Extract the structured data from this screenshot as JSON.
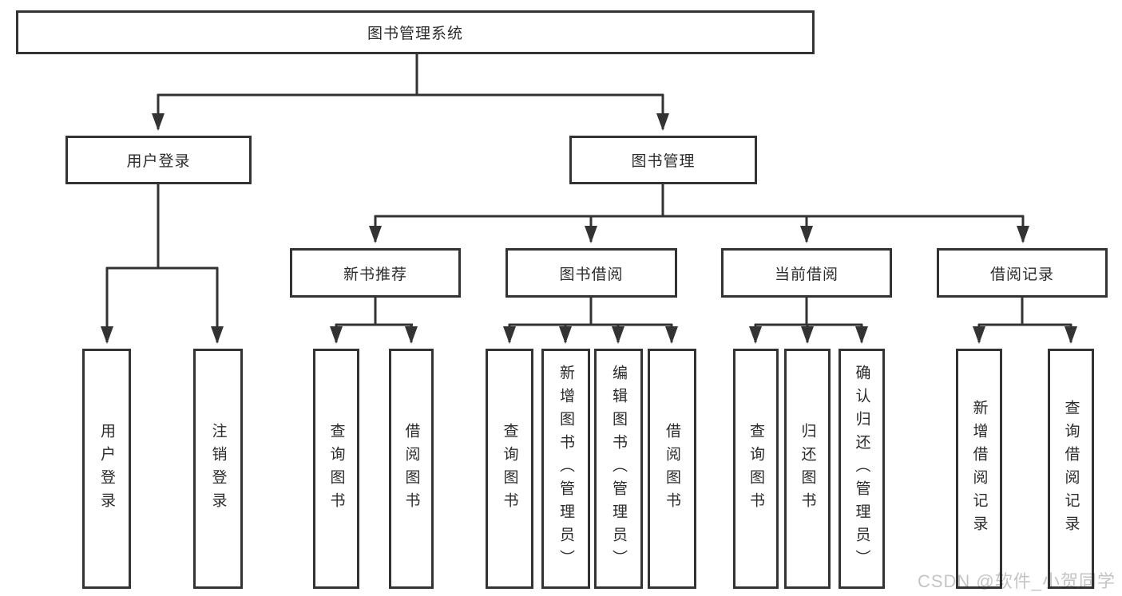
{
  "diagram": {
    "root": "图书管理系统",
    "level1": {
      "user_login": "用户登录",
      "book_mgmt": "图书管理"
    },
    "level2": {
      "new_book_rec": "新书推荐",
      "book_borrow": "图书借阅",
      "current_borrow": "当前借阅",
      "borrow_records": "借阅记录"
    },
    "leaves": {
      "user_login_leaf": "用户登录",
      "logout_leaf": "注销登录",
      "query_book_1": "查询图书",
      "borrow_book_1": "借阅图书",
      "query_book_2": "查询图书",
      "add_book_admin": "新增图书（管理员）",
      "edit_book_admin": "编辑图书（管理员）",
      "borrow_book_2": "借阅图书",
      "query_book_3": "查询图书",
      "return_book": "归还图书",
      "confirm_return_admin": "确认归还（管理员）",
      "add_borrow_record": "新增借阅记录",
      "query_borrow_record": "查询借阅记录"
    }
  },
  "watermark": "CSDN @软件_小贺同学",
  "colors": {
    "line": "#333333",
    "text": "#2b2b2b",
    "watermark": "#c4c4c4",
    "background": "#ffffff"
  }
}
